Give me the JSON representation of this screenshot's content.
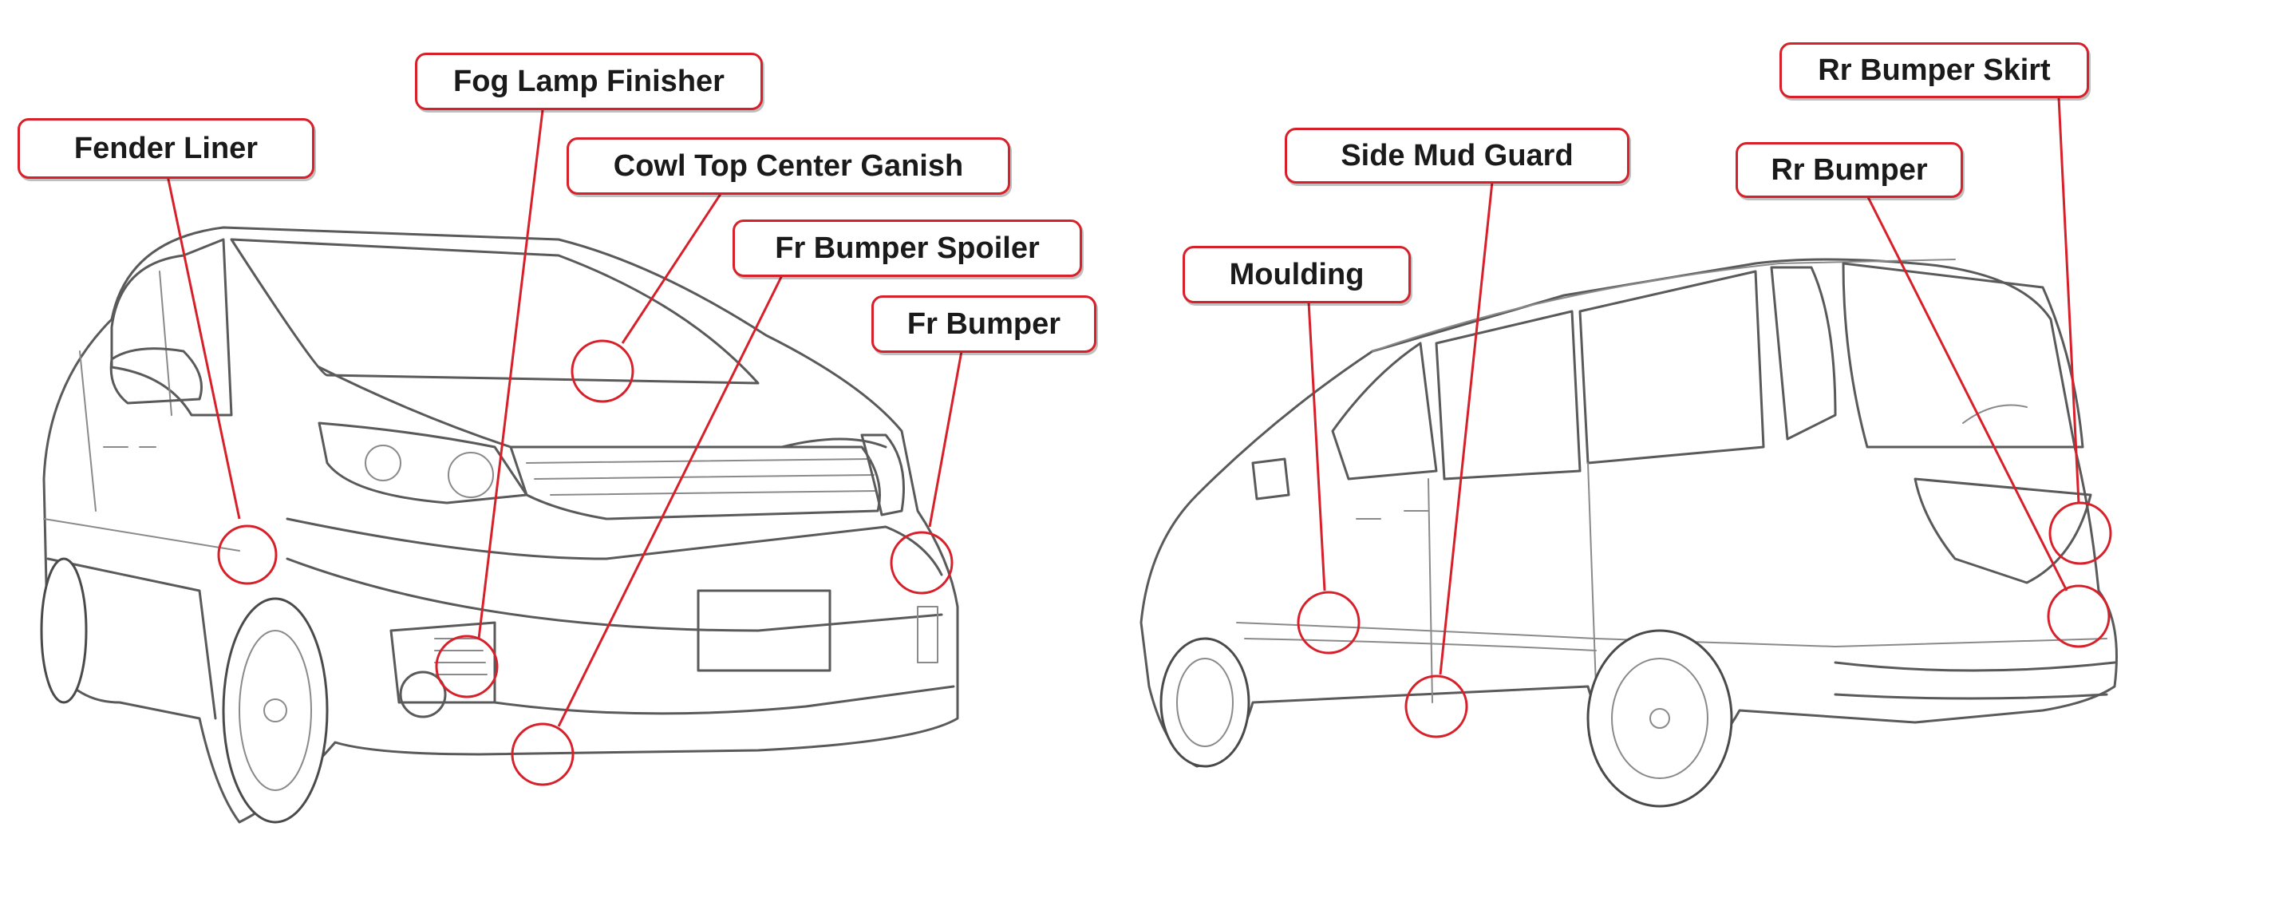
{
  "callouts": {
    "fender_liner": "Fender Liner",
    "fog_lamp_finisher": "Fog Lamp Finisher",
    "cowl_top_center_ganish": "Cowl Top Center Ganish",
    "fr_bumper_spoiler": "Fr Bumper Spoiler",
    "fr_bumper": "Fr Bumper",
    "moulding": "Moulding",
    "side_mud_guard": "Side Mud Guard",
    "rr_bumper": "Rr Bumper",
    "rr_bumper_skirt": "Rr Bumper Skirt"
  },
  "colors": {
    "callout_red": "#d8202a",
    "line_art": "#5a5a5a",
    "background": "#ffffff"
  }
}
